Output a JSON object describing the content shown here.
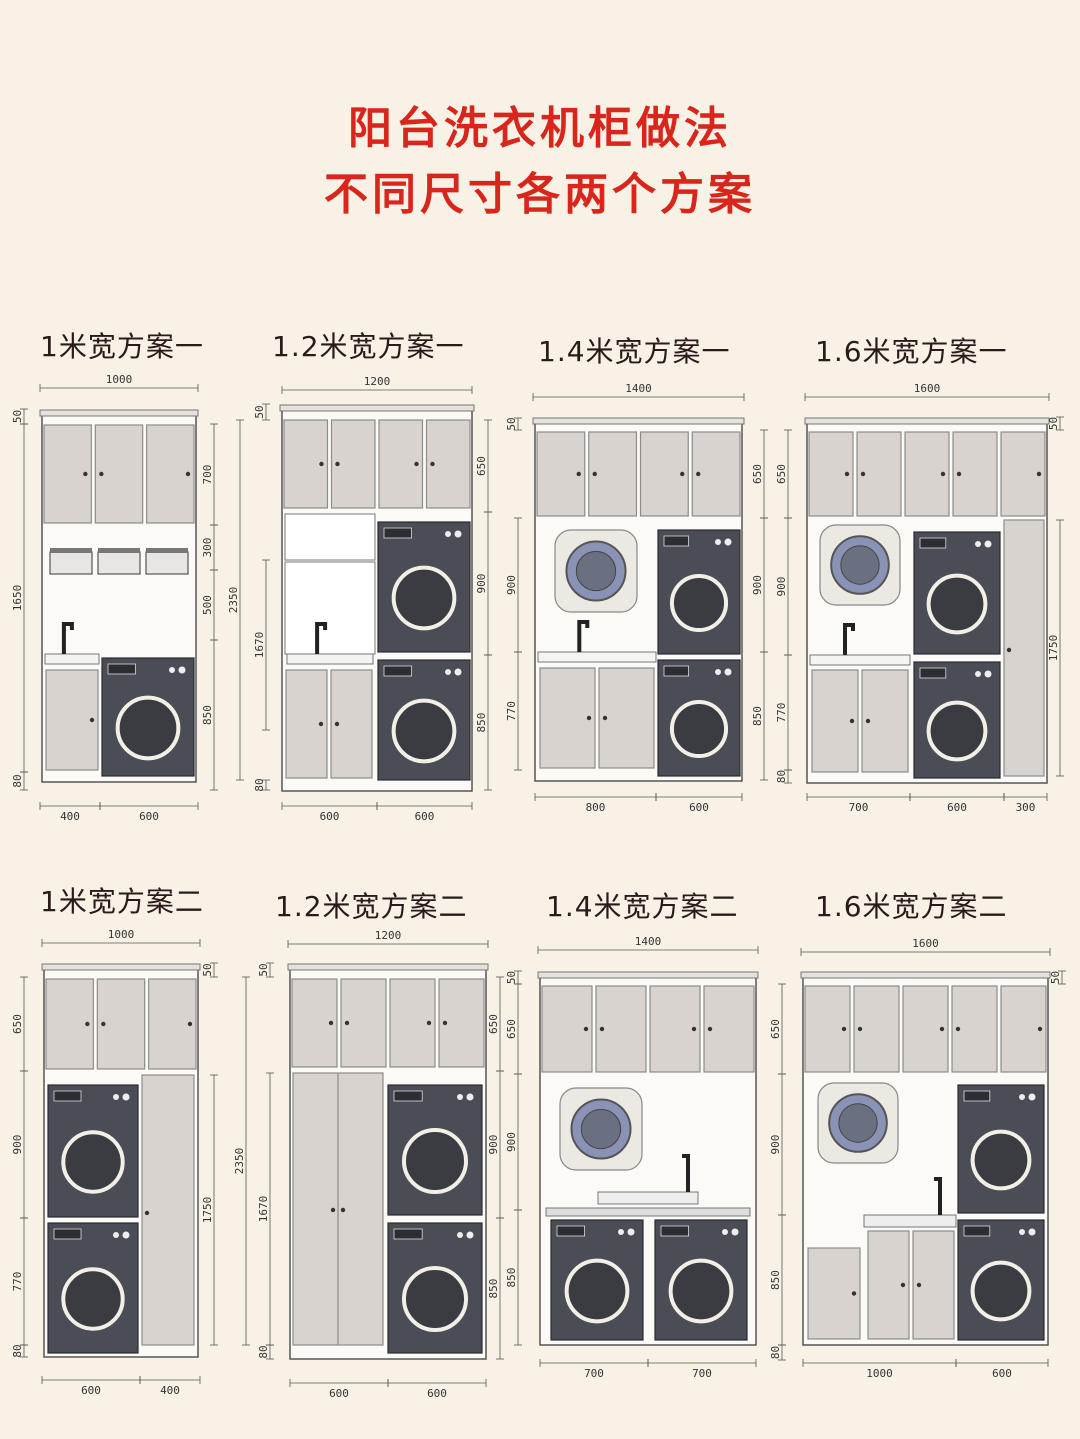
{
  "header": {
    "title_line1": "阳台洗衣机柜做法",
    "title_line2": "不同尺寸各两个方案"
  },
  "colors": {
    "title": "#d8261c",
    "background": "#f7f1e6",
    "cabinet_door": "#d8d3ce",
    "cabinet_frame": "#9a9a9a",
    "washer_body": "#4a4d55",
    "dryer_drum": "#8a93b5"
  },
  "plans": [
    {
      "title": "1米宽方案一",
      "width": "1000",
      "left_dims": [
        "50",
        "1650",
        "80"
      ],
      "right_dims": [
        "700",
        "300",
        "500",
        "850"
      ],
      "bottom_dims": [
        "400",
        "600"
      ]
    },
    {
      "title": "1.2米宽方案一",
      "width": "1200",
      "left_dims": [
        "50",
        "2350",
        "1670",
        "80"
      ],
      "right_dims": [
        "650",
        "900",
        "850"
      ],
      "bottom_dims": [
        "600",
        "600"
      ]
    },
    {
      "title": "1.4米宽方案一",
      "width": "1400",
      "left_dims": [
        "50",
        "900",
        "770"
      ],
      "right_dims": [
        "650",
        "900",
        "850"
      ],
      "bottom_dims": [
        "800",
        "600"
      ]
    },
    {
      "title": "1.6米宽方案一",
      "width": "1600",
      "left_dims": [
        "650",
        "900",
        "770",
        "80"
      ],
      "right_dims": [
        "50",
        "1750"
      ],
      "bottom_dims": [
        "700",
        "600",
        "300"
      ]
    },
    {
      "title": "1米宽方案二",
      "width": "1000",
      "left_dims": [
        "650",
        "900",
        "770",
        "80"
      ],
      "right_dims": [
        "50",
        "1750"
      ],
      "bottom_dims": [
        "600",
        "400"
      ]
    },
    {
      "title": "1.2米宽方案二",
      "width": "1200",
      "left_dims": [
        "50",
        "2350",
        "1670",
        "80"
      ],
      "right_dims": [
        "650",
        "900",
        "850"
      ],
      "bottom_dims": [
        "600",
        "600"
      ]
    },
    {
      "title": "1.4米宽方案二",
      "width": "1400",
      "left_dims": [],
      "right_dims": [
        "50",
        "650",
        "900",
        "850"
      ],
      "bottom_dims": [
        "700",
        "700"
      ]
    },
    {
      "title": "1.6米宽方案二",
      "width": "1600",
      "left_dims": [
        "650",
        "900",
        "850",
        "80"
      ],
      "right_dims": [
        "50"
      ],
      "bottom_dims": [
        "1000",
        "600"
      ]
    }
  ]
}
